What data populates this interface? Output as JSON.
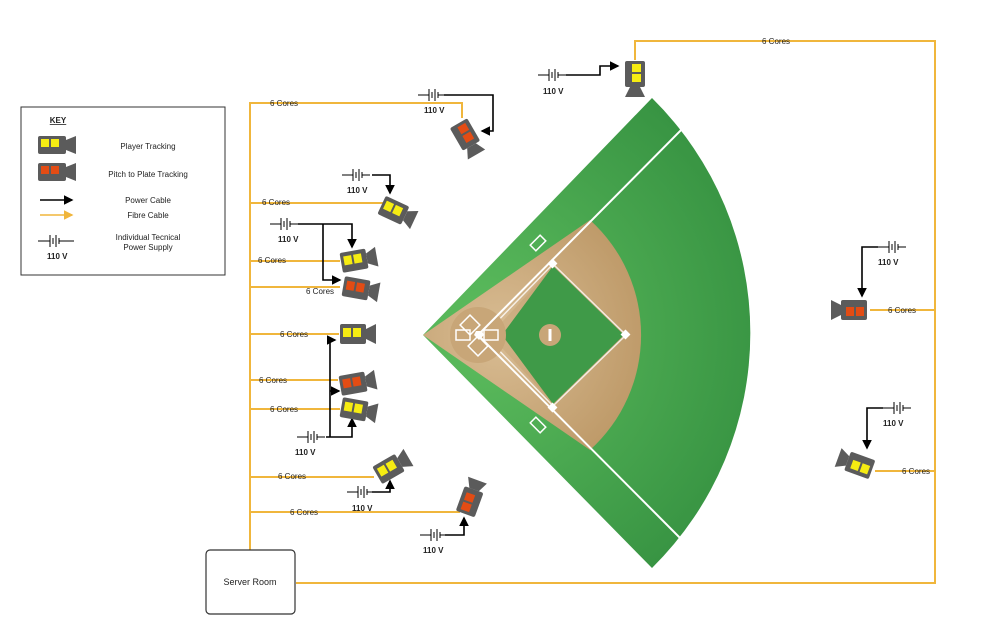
{
  "colors": {
    "fibre": "#f0b63c",
    "power": "#000000",
    "grass_dark": "#2f8a3c",
    "grass_light": "#58b95a",
    "dirt": "#c8a678",
    "camera_body": "#5b5b5b",
    "player_tracking": "#f6ec12",
    "pitch_tracking": "#e34c14",
    "line_white": "#ffffff"
  },
  "key": {
    "title": "KEY",
    "player_tracking": "Player Tracking",
    "pitch_tracking": "Pitch to Plate Tracking",
    "power_cable": "Power Cable",
    "fibre_cable": "Fibre Cable",
    "supply_line1": "Individual Tecnical",
    "supply_line2": "Power Supply",
    "supply_voltage": "110 V"
  },
  "server_room": "Server Room",
  "cable_label": "6 Cores",
  "voltage_label": "110 V",
  "cameras": [
    {
      "id": "top-right",
      "type": "player_tracking",
      "icon": "camera-icon"
    },
    {
      "id": "top-center",
      "type": "pitch_tracking",
      "icon": "camera-icon"
    },
    {
      "id": "left-1",
      "type": "player_tracking",
      "icon": "camera-icon"
    },
    {
      "id": "left-2",
      "type": "player_tracking",
      "icon": "camera-icon"
    },
    {
      "id": "left-3",
      "type": "pitch_tracking",
      "icon": "camera-icon"
    },
    {
      "id": "left-4",
      "type": "player_tracking",
      "icon": "camera-icon"
    },
    {
      "id": "left-5",
      "type": "pitch_tracking",
      "icon": "camera-icon"
    },
    {
      "id": "left-6",
      "type": "player_tracking",
      "icon": "camera-icon"
    },
    {
      "id": "left-7",
      "type": "player_tracking",
      "icon": "camera-icon"
    },
    {
      "id": "left-8",
      "type": "pitch_tracking",
      "icon": "camera-icon"
    },
    {
      "id": "right-1",
      "type": "pitch_tracking",
      "icon": "camera-icon"
    },
    {
      "id": "right-2",
      "type": "player_tracking",
      "icon": "camera-icon"
    }
  ]
}
